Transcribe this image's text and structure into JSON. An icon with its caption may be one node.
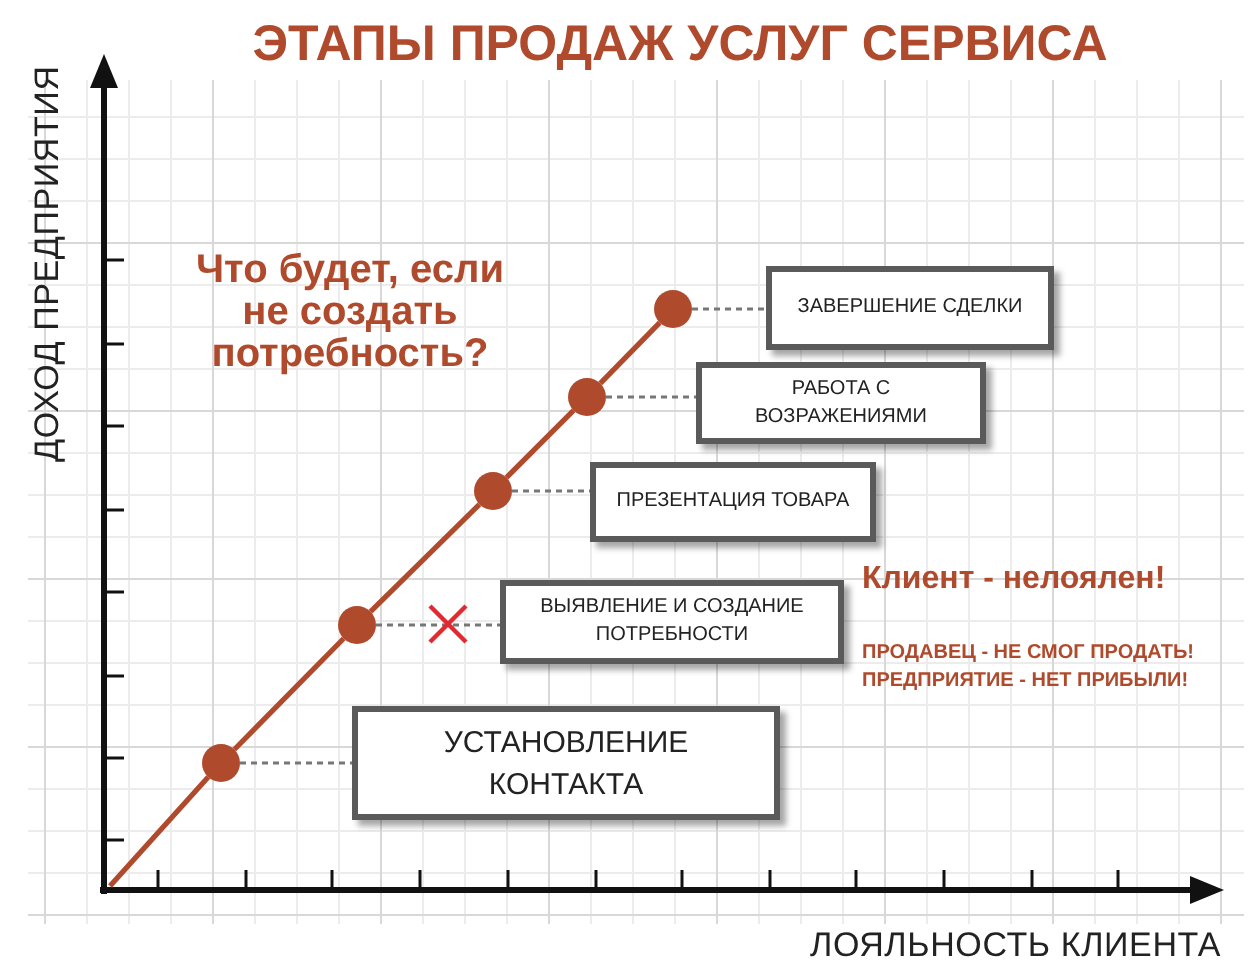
{
  "diagram": {
    "title": "ЭТАПЫ ПРОДАЖ УСЛУГ СЕРВИСА",
    "nodes": [
      {
        "text": [
          "ЗАВЕРШЕНИЕ СДЕЛКИ"
        ]
      },
      {
        "text": [
          "РАБОТА С ВОЗРАЖЕНИЯМИ"
        ]
      },
      {
        "text": [
          "ПРЕЗЕНТАЦИЯ ТОВАРА"
        ]
      },
      {
        "text": [
          "ВЫЯВЛЕНИЕ И СОЗДАНИЕ ПОТРЕБНОСТИ"
        ]
      },
      {
        "text": [
          "УСТАНОВЛЕНИЕ КОНТАКТА"
        ]
      },
      {
        "text": [],
        "shape": "circle"
      },
      {
        "text": [],
        "shape": "circle"
      },
      {
        "text": [],
        "shape": "circle"
      },
      {
        "text": [],
        "shape": "circle"
      },
      {
        "text": [],
        "shape": "circle"
      }
    ],
    "edges": [
      {
        "from": null,
        "to": 5,
        "arrow": "none",
        "color": "#b04a2c"
      },
      {
        "from": 5,
        "to": 6,
        "arrow": "none",
        "color": "#b04a2c"
      },
      {
        "from": 6,
        "to": 7,
        "arrow": "none",
        "color": "#b04a2c"
      },
      {
        "from": 7,
        "to": 8,
        "arrow": "none",
        "color": "#b04a2c"
      },
      {
        "from": 8,
        "to": 9,
        "arrow": "none",
        "color": "#b04a2c"
      },
      {
        "from": 5,
        "to": 4,
        "arrow": "none",
        "style": "dashed",
        "color": "#777777"
      },
      {
        "from": 6,
        "to": 3,
        "arrow": "none",
        "style": "dashed",
        "color": "#777777"
      },
      {
        "from": 7,
        "to": 2,
        "arrow": "none",
        "style": "dashed",
        "color": "#777777"
      },
      {
        "from": 8,
        "to": 1,
        "arrow": "none",
        "style": "dashed",
        "color": "#777777"
      },
      {
        "from": 9,
        "to": 0,
        "arrow": "none",
        "style": "dashed",
        "color": "#777777"
      }
    ],
    "labels": [
      "ДОХОД ПРЕДПРИЯТИЯ",
      "Что будет, если не создать потребность?",
      "Клиент - нелоялен!",
      "ПРОДАВЕЦ - НЕ СМОГ ПРОДАТЬ!",
      "ПРЕДПРИЯТИЕ - НЕТ ПРИБЫЛИ!",
      "ЛОЯЛЬНОСТЬ КЛИЕНТА"
    ]
  }
}
